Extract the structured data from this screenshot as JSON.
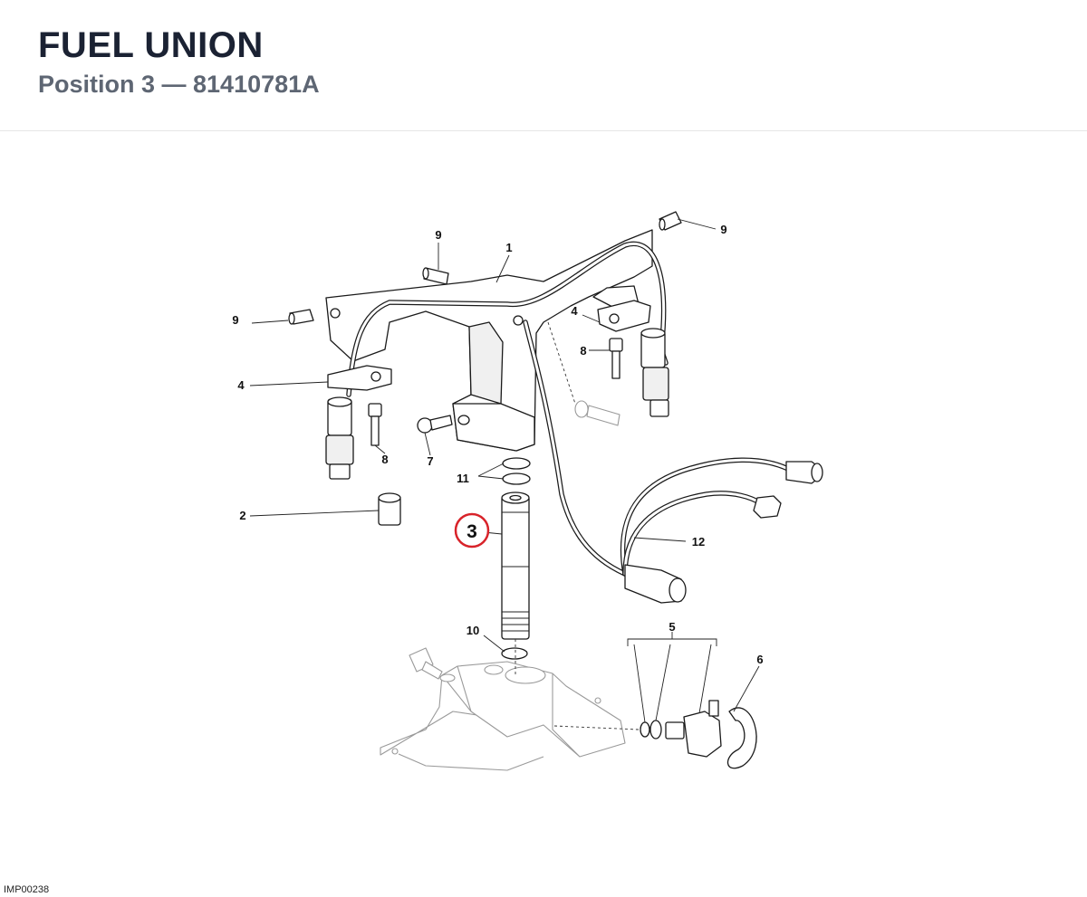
{
  "header": {
    "title": "FUEL UNION",
    "subtitle": "Position 3 — 81410781A"
  },
  "diagram": {
    "callouts": {
      "c1": "1",
      "c2": "2",
      "c3": "3",
      "c4a": "4",
      "c4b": "4",
      "c5": "5",
      "c6": "6",
      "c7": "7",
      "c8a": "8",
      "c8b": "8",
      "c9a": "9",
      "c9b": "9",
      "c9c": "9",
      "c10": "10",
      "c11": "11",
      "c12": "12"
    },
    "highlighted_item": "3",
    "highlight_color": "#d8232a"
  },
  "footer": {
    "image_code": "IMP00238"
  }
}
